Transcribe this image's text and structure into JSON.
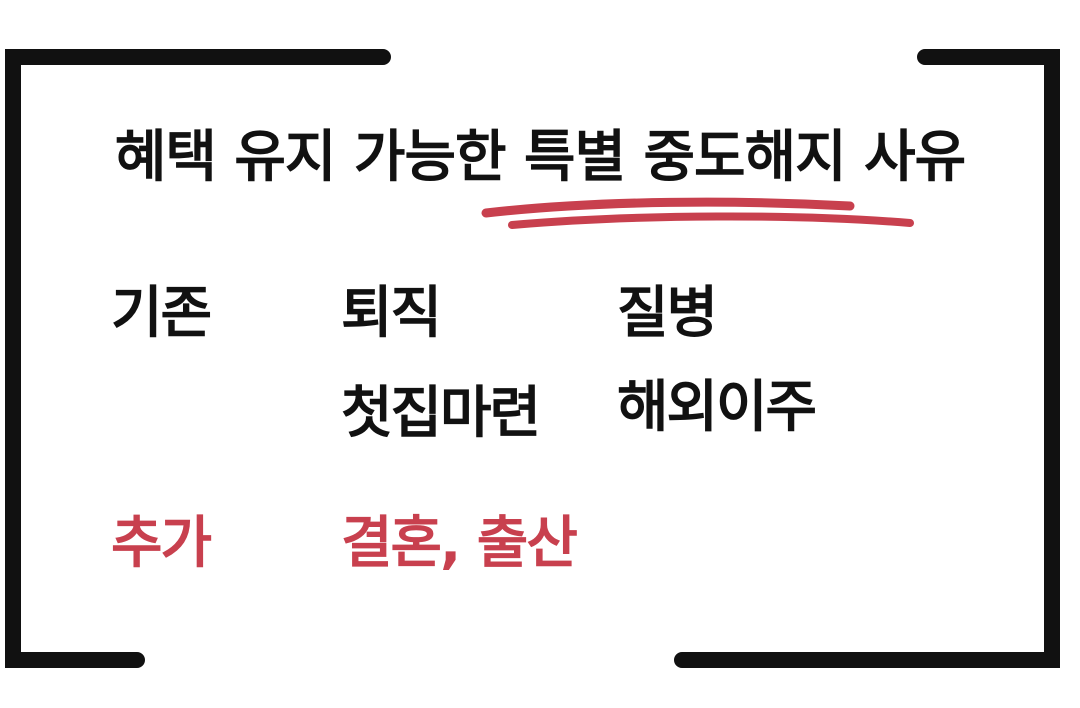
{
  "title": "혜택 유지 가능한 특별 중도해지 사유",
  "rows": {
    "existing": {
      "label": "기존",
      "items": [
        "퇴직",
        "첫집마련",
        "질병",
        "해외이주"
      ]
    },
    "added": {
      "label": "추가",
      "items": [
        "결혼, 출산"
      ]
    }
  },
  "colors": {
    "text": "#111111",
    "accent": "#c8404e",
    "frame": "#111111",
    "background": "#ffffff"
  }
}
